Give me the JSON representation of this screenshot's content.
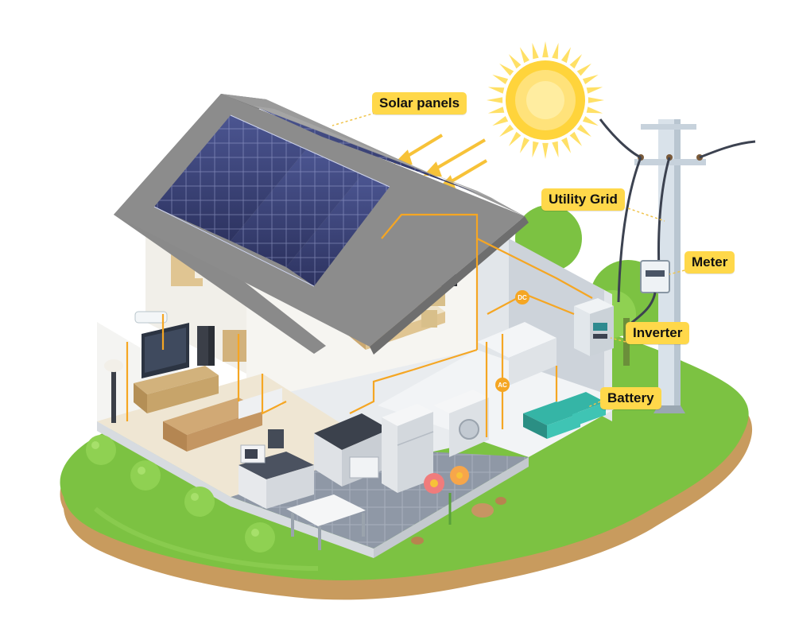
{
  "labels": {
    "solar_panels": "Solar panels",
    "utility_grid": "Utility Grid",
    "meter": "Meter",
    "inverter": "Inverter",
    "battery": "Battery"
  },
  "chips": {
    "dc": "DC",
    "ac": "AC"
  },
  "colors": {
    "label_bg": "#ffd84a",
    "wire": "#f5a623",
    "sun": "#ffd43b",
    "grass": "#7cc242",
    "earth": "#c89b5e",
    "panel": "#3a4270",
    "roof": "#8a8a8a"
  }
}
